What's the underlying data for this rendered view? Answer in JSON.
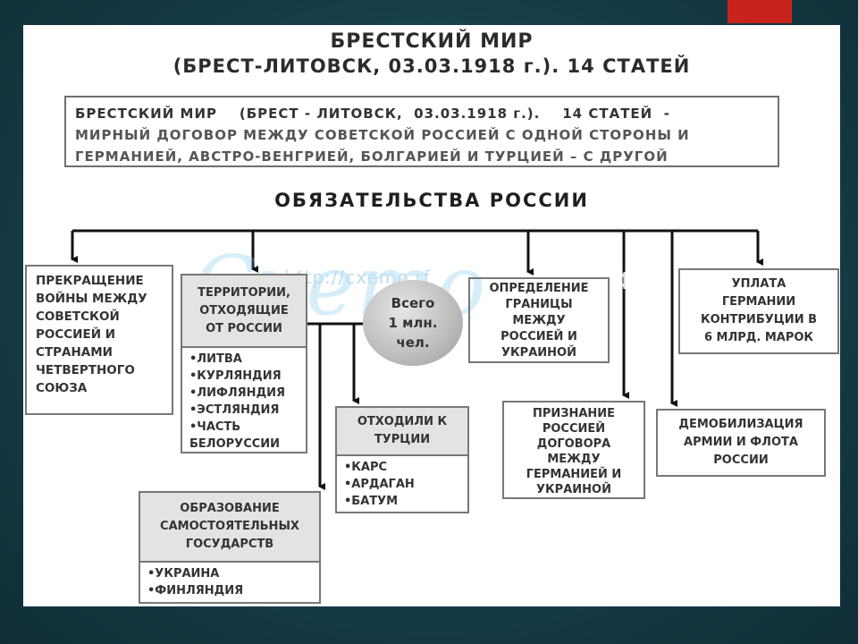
{
  "title_line1": "БРЕСТСКИЙ МИР",
  "title_line2": "(БРЕСТ-ЛИТОВСК, 03.03.1918 г.). 14 СТАТЕЙ",
  "definition": {
    "line1": "БРЕСТСКИЙ МИР    (БРЕСТ - ЛИТОВСК,  03.03.1918 г.).    14 СТАТЕЙ  -",
    "line2": "МИРНЫЙ ДОГОВОР МЕЖДУ СОВЕТСКОЙ РОССИЕЙ С ОДНОЙ СТОРОНЫ И",
    "line3": "ГЕРМАНИЕЙ, АВСТРО-ВЕНГРИЕЙ, БОЛГАРИЕЙ И ТУРЦИЕЙ – С ДРУГОЙ"
  },
  "heading": "ОБЯЗАТЕЛЬСТВА  РОССИИ",
  "boxes": {
    "end_war": [
      "ПРЕКРАЩЕНИЕ",
      "ВОЙНЫ МЕЖДУ",
      "СОВЕТСКОЙ",
      "РОССИЕЙ И",
      "СТРАНАМИ",
      "ЧЕТВЕРТНОГО",
      "СОЮЗА"
    ],
    "territories": {
      "title": [
        "ТЕРРИТОРИИ,",
        "ОТХОДЯЩИЕ",
        "ОТ РОССИИ"
      ],
      "items": [
        "•ЛИТВА",
        "•КУРЛЯНДИЯ",
        "•ЛИФЛЯНДИЯ",
        "•ЭСТЛЯНДИЯ",
        "•ЧАСТЬ",
        "БЕЛОРУССИИ"
      ]
    },
    "population": [
      "Всего",
      "1 млн.",
      "чел."
    ],
    "turkey": {
      "title": [
        "ОТХОДИЛИ К",
        "ТУРЦИИ"
      ],
      "items": [
        "•КАРС",
        "•АРДАГАН",
        "•БАТУМ"
      ]
    },
    "states": {
      "title": [
        "ОБРАЗОВАНИЕ",
        "САМОСТОЯТЕЛЬНЫХ",
        "ГОСУДАРСТВ"
      ],
      "items": [
        "•УКРАИНА",
        "•ФИНЛЯНДИЯ"
      ]
    },
    "border": [
      "ОПРЕДЕЛЕНИЕ",
      "ГРАНИЦЫ",
      "МЕЖДУ",
      "РОССИЕЙ И",
      "УКРАИНОЙ"
    ],
    "recognition": [
      "ПРИЗНАНИЕ",
      "РОССИЕЙ",
      "ДОГОВОРА",
      "МЕЖДУ",
      "ГЕРМАНИЕЙ И",
      "УКРАИНОЙ"
    ],
    "contribution": [
      "УПЛАТА",
      "ГЕРМАНИИ",
      "КОНТРИБУЦИИ В",
      "6 МЛРД. МАРОК"
    ],
    "demob": [
      "ДЕМОБИЛИЗАЦИЯ",
      "АРМИИ И ФЛОТА",
      "РОССИИ"
    ]
  },
  "watermark": {
    "url": "http://cxemo.rf",
    "logo": "Cxemo",
    "rf": "РФ"
  },
  "colors": {
    "background": "#163f49",
    "accent": "#c8241c",
    "border": "#777777",
    "shade": "#e3e3e3"
  }
}
